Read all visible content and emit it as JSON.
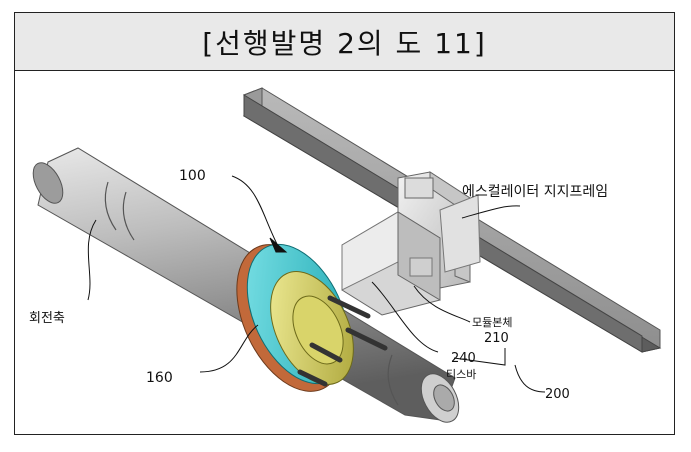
{
  "title": "[선행발명 2의 도 11]",
  "labels": {
    "frame": "에스컬레이터 지지프레임",
    "ref100": "100",
    "shaft": "회전축",
    "ref160": "160",
    "module_body": "모듈본체",
    "ref210": "210",
    "ref240": "240",
    "tooth_bar": "티스바",
    "ref200": "200"
  }
}
